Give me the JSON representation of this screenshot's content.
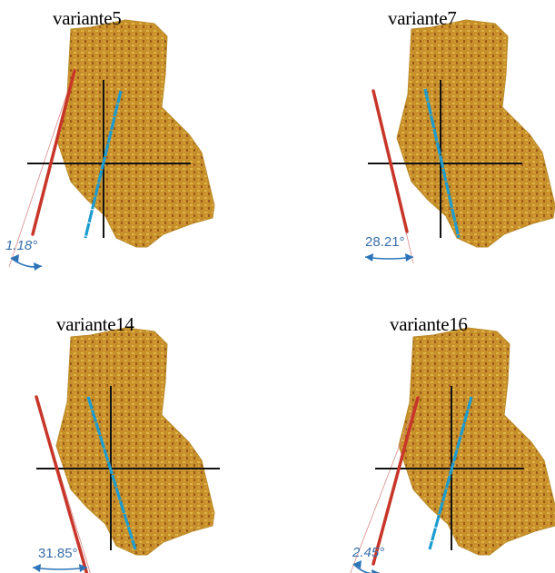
{
  "colors": {
    "rock_base": "#c8902a",
    "rock_light": "#e0b548",
    "rock_dark": "#9a5a1c",
    "red_axis": "#c8362a",
    "blue_axis": "#1c9ccf",
    "black_axis": "#111111",
    "angle_text": "#3a6fa8",
    "arc": "#2d74b8"
  },
  "panels": [
    {
      "title": "variante5",
      "angle": "1.18°"
    },
    {
      "title": "variante7",
      "angle": "28.21°"
    },
    {
      "title": "variante14",
      "angle": "31.85°"
    },
    {
      "title": "variante16",
      "angle": "2.45°"
    }
  ]
}
